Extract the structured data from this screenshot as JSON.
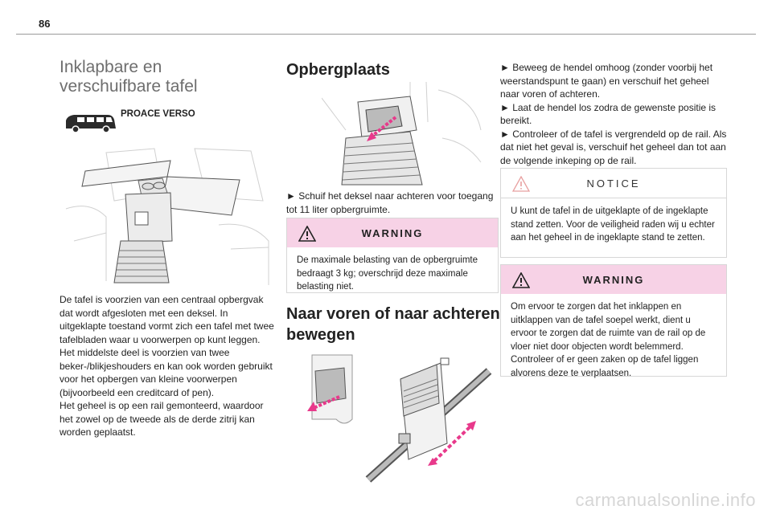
{
  "page_number": "86",
  "left": {
    "title_line1": "Inklapbare en",
    "title_line2": "verschuifbare tafel",
    "model": "PROACE VERSO",
    "body": "De tafel is voorzien van een centraal opbergvak dat wordt afgesloten met een deksel. In uitgeklapte toestand vormt zich een tafel met twee tafelbladen waar u voorwerpen op kunt leggen. Het middelste deel is voorzien van twee beker-/blikjeshouders en kan ook worden gebruikt voor het opbergen van kleine voorwerpen (bijvoorbeeld een creditcard of pen).",
    "body2": "Het geheel is op een rail gemonteerd, waardoor het zowel op de tweede als de derde zitrij kan worden geplaatst."
  },
  "middle": {
    "title": "Opbergplaats",
    "step": "► Schuif het deksel naar achteren voor toegang tot 11 liter opbergruimte.",
    "warning_title": "WARNING",
    "warning_text": "De maximale belasting van de opbergruimte bedraagt 3 kg; overschrijd deze maximale belasting niet.",
    "title2_line1": "Naar voren of naar achteren",
    "title2_line2": "bewegen"
  },
  "right": {
    "steps": [
      "► Beweeg de hendel omhoog (zonder voorbij het weerstandspunt te gaan) en verschuif het geheel naar voren of achteren.",
      "► Laat de hendel los zodra de gewenste positie is bereikt.",
      "► Controleer of de tafel is vergrendeld op de rail. Als dat niet het geval is, verschuif het geheel dan tot aan de volgende inkeping op de rail."
    ],
    "notice_title": "NOTICE",
    "notice_text": "U kunt de tafel in de uitgeklapte of de ingeklapte stand zetten. Voor de veiligheid raden wij u echter aan het geheel in de ingeklapte stand te zetten.",
    "warning_title": "WARNING",
    "warning_text": "Om ervoor te zorgen dat het inklappen en uitklappen van de tafel soepel werkt, dient u ervoor te zorgen dat de ruimte van de rail op de vloer niet door objecten wordt belemmerd. Controleer of er geen zaken op de tafel liggen alvorens deze te verplaatsen."
  },
  "footer": "carmanualsonline.info",
  "colors": {
    "accent_pink": "#f7d2e6",
    "arrow_pink": "#e8398b",
    "rule": "#9a9a9a"
  }
}
